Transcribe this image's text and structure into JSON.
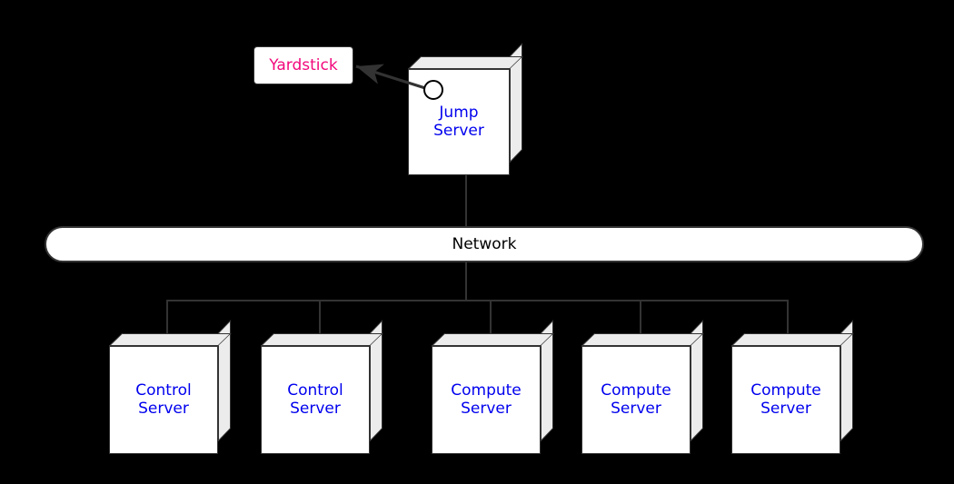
{
  "diagram": {
    "title_text": "",
    "background_color": "#000000",
    "callout": {
      "label": "Yardstick",
      "text_color": "#f2087c",
      "box_fill": "#ffffff",
      "box_border": "#333333"
    },
    "jump_server": {
      "label_line1": "Jump",
      "label_line2": "Server",
      "text_color": "#0000ee",
      "front_fill": "#ffffff",
      "shade_fill": "#ececec",
      "border_color": "#333333",
      "anchor_icon": "circle-anchor-icon"
    },
    "network": {
      "label": "Network",
      "text_color": "#000000",
      "fill": "#ffffff",
      "border_color": "#333333"
    },
    "nodes": [
      {
        "id": "control-server-1",
        "line1": "Control",
        "line2": "Server",
        "type": "control"
      },
      {
        "id": "control-server-2",
        "line1": "Control",
        "line2": "Server",
        "type": "control"
      },
      {
        "id": "compute-server-1",
        "line1": "Compute",
        "line2": "Server",
        "type": "compute"
      },
      {
        "id": "compute-server-2",
        "line1": "Compute",
        "line2": "Server",
        "type": "compute"
      },
      {
        "id": "compute-server-3",
        "line1": "Compute",
        "line2": "Server",
        "type": "compute"
      }
    ],
    "connector_color": "#333333"
  }
}
